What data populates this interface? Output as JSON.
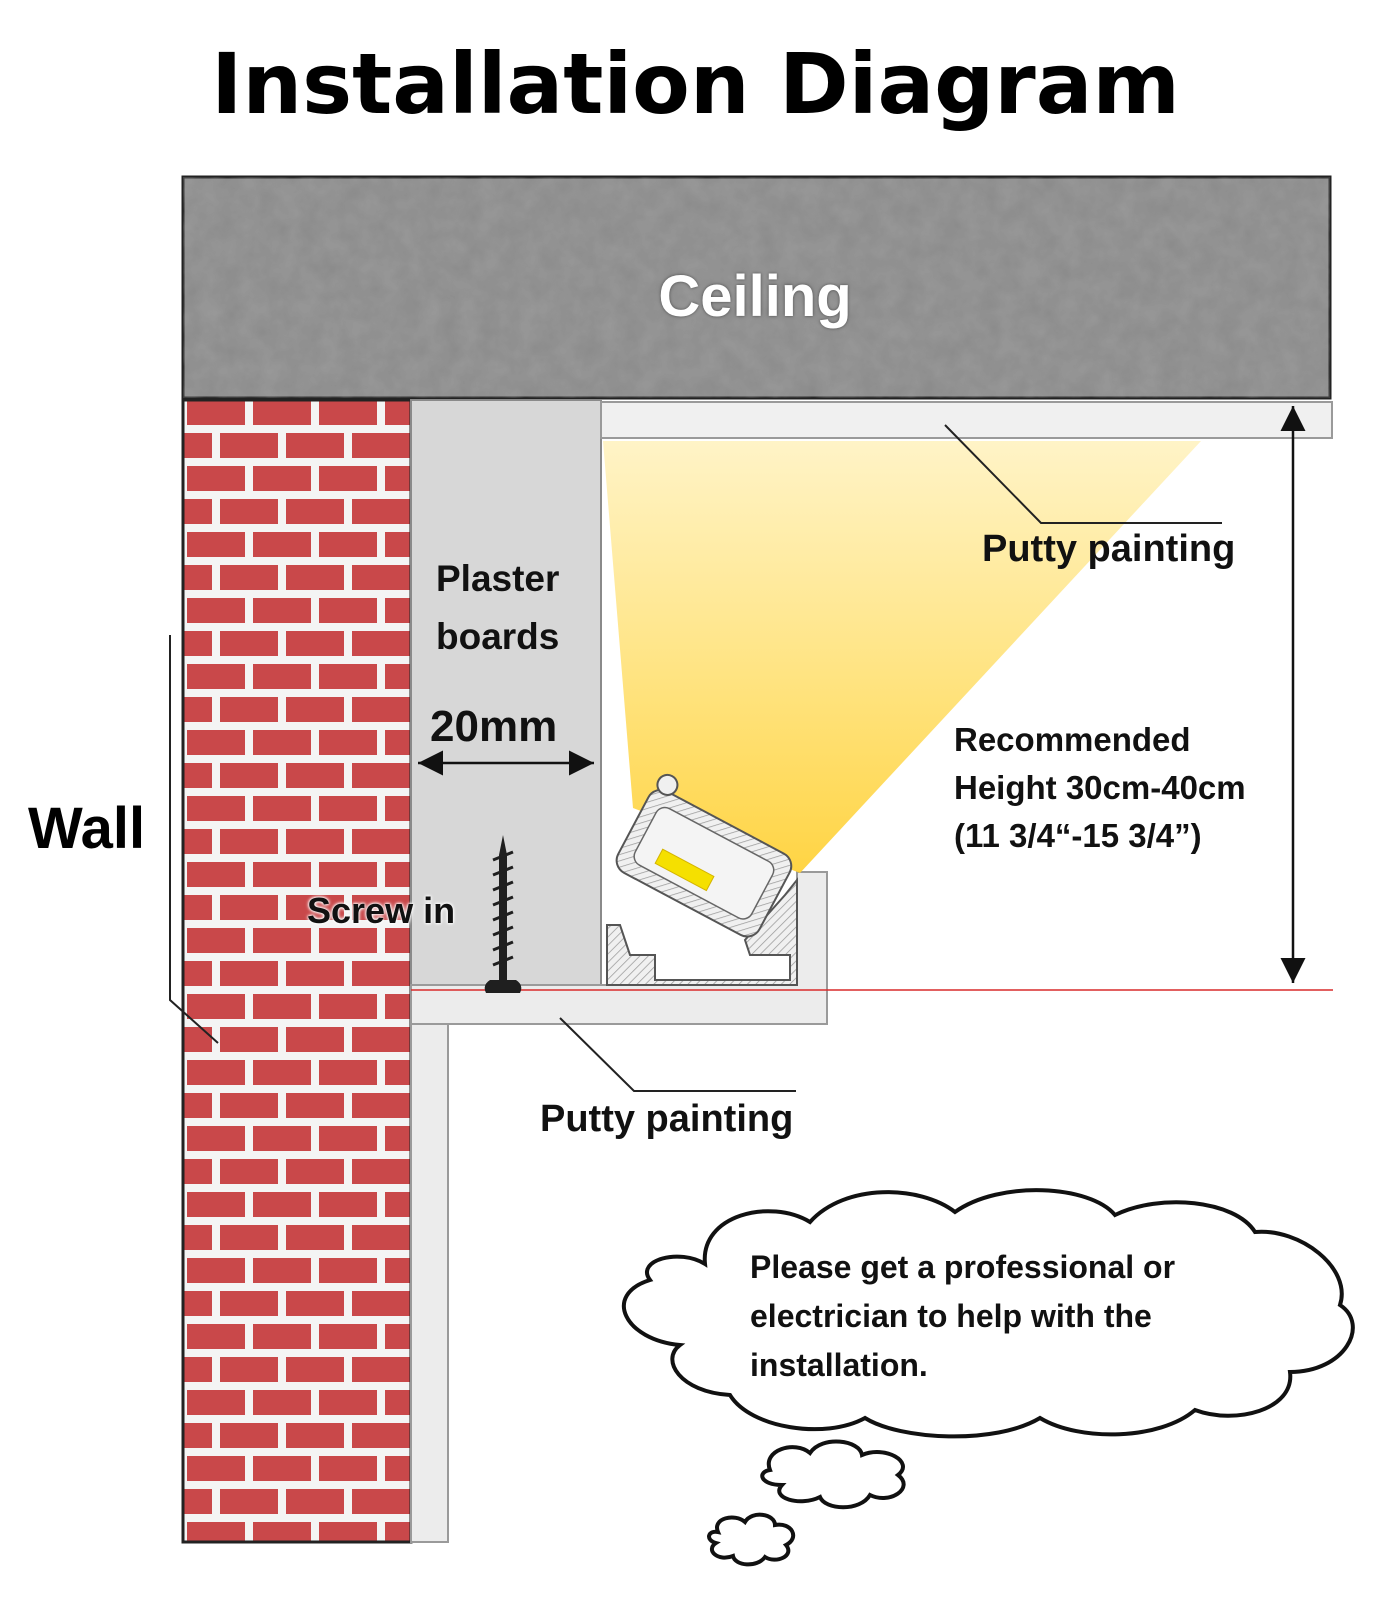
{
  "title": "Installation Diagram",
  "labels": {
    "ceiling": "Ceiling",
    "plaster_boards": "Plaster boards",
    "dimension": "20mm",
    "putty_top": "Putty painting",
    "recommended_height": "Recommended Height 30cm-40cm (11 3/4“-15 3/4”)",
    "wall": "Wall",
    "screw": "Screw in",
    "putty_bottom": "Putty painting",
    "note": "Please get a professional or electrician to help with the installation."
  },
  "colors": {
    "ceiling": "#8a8a8a",
    "brick": "#c9484a",
    "mortar": "#f4f4f4",
    "plaster": "#d7d7d7",
    "light": "#ffd94a",
    "red_line": "#d92b2b"
  }
}
